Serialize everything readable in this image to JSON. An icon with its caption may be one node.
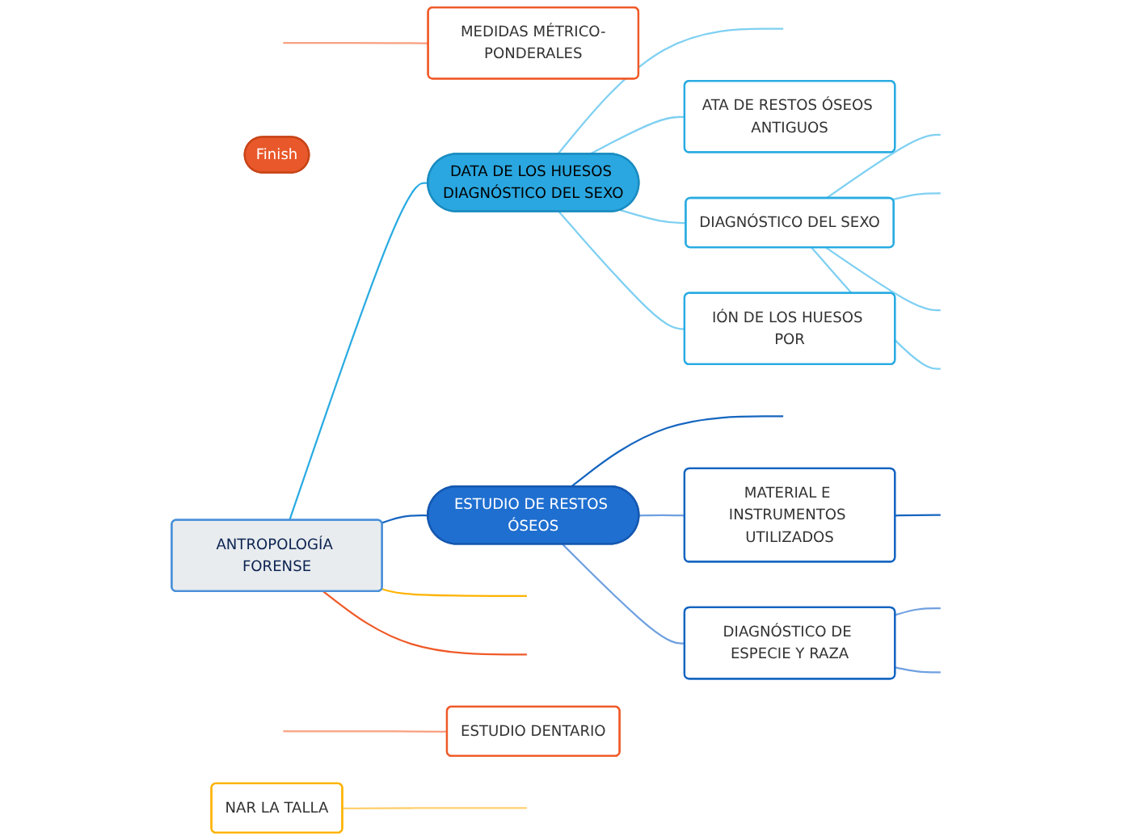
{
  "diagram": {
    "nodes": [
      {
        "text": [
          "ANTROPOLOGÍA FORENSE"
        ]
      },
      {
        "text": [
          "DATA DE LOS HUESOS DIAGNÓSTICO DEL SEXO"
        ]
      },
      {
        "text": [
          "ATA DE RESTOS ÓSEOS ANTIGUOS"
        ]
      },
      {
        "text": [
          "DIAGNÓSTICO DEL SEXO"
        ]
      },
      {
        "text": [
          "IÓN DE LOS HUESOS POR"
        ]
      },
      {
        "text": [
          "ESTUDIO DE RESTOS ÓSEOS"
        ]
      },
      {
        "text": [
          "MATERIAL E INSTRUMENTOS UTILIZADOS"
        ]
      },
      {
        "text": [
          "DIAGNÓSTICO DE ESPECIE Y RAZA"
        ]
      },
      {
        "text": [
          "Finish"
        ]
      },
      {
        "text": [
          "NAR LA TALLA"
        ]
      },
      {
        "text": [
          "MEDIDAS MÉTRICO-PONDERALES"
        ]
      },
      {
        "text": [
          "ESTUDIO DENTARIO"
        ]
      }
    ],
    "edges": [
      {
        "from": 0,
        "to": 1,
        "arrow": "none",
        "color": "#29abe2"
      },
      {
        "from": 0,
        "to": 5,
        "arrow": "none",
        "color": "#1565c0"
      },
      {
        "from": 0,
        "to": null,
        "arrow": "none",
        "color": "#ffb300"
      },
      {
        "from": 0,
        "to": null,
        "arrow": "none",
        "color": "#f05a28"
      },
      {
        "from": 1,
        "to": null,
        "arrow": "none",
        "color": "#7fd0f2"
      },
      {
        "from": 1,
        "to": 2,
        "arrow": "none",
        "color": "#7fd0f2"
      },
      {
        "from": 1,
        "to": 3,
        "arrow": "none",
        "color": "#7fd0f2"
      },
      {
        "from": 1,
        "to": 4,
        "arrow": "none",
        "color": "#7fd0f2"
      },
      {
        "from": 3,
        "to": null,
        "arrow": "none",
        "color": "#7fd0f2"
      },
      {
        "from": 3,
        "to": null,
        "arrow": "none",
        "color": "#7fd0f2"
      },
      {
        "from": 3,
        "to": null,
        "arrow": "none",
        "color": "#7fd0f2"
      },
      {
        "from": 3,
        "to": null,
        "arrow": "none",
        "color": "#7fd0f2"
      },
      {
        "from": 5,
        "to": null,
        "arrow": "none",
        "color": "#1565c0"
      },
      {
        "from": 5,
        "to": 6,
        "arrow": "none",
        "color": "#6fa0e0"
      },
      {
        "from": 5,
        "to": 7,
        "arrow": "none",
        "color": "#6fa0e0"
      },
      {
        "from": 6,
        "to": null,
        "arrow": "none",
        "color": "#1565c0"
      },
      {
        "from": 7,
        "to": null,
        "arrow": "none",
        "color": "#6fa0e0"
      },
      {
        "from": 7,
        "to": null,
        "arrow": "none",
        "color": "#6fa0e0"
      },
      {
        "from": 9,
        "to": null,
        "arrow": "none",
        "color": "#ffd070"
      },
      {
        "from": null,
        "to": 10,
        "arrow": "none",
        "color": "#f8a080"
      },
      {
        "from": null,
        "to": 11,
        "arrow": "none",
        "color": "#f8a080"
      }
    ]
  }
}
